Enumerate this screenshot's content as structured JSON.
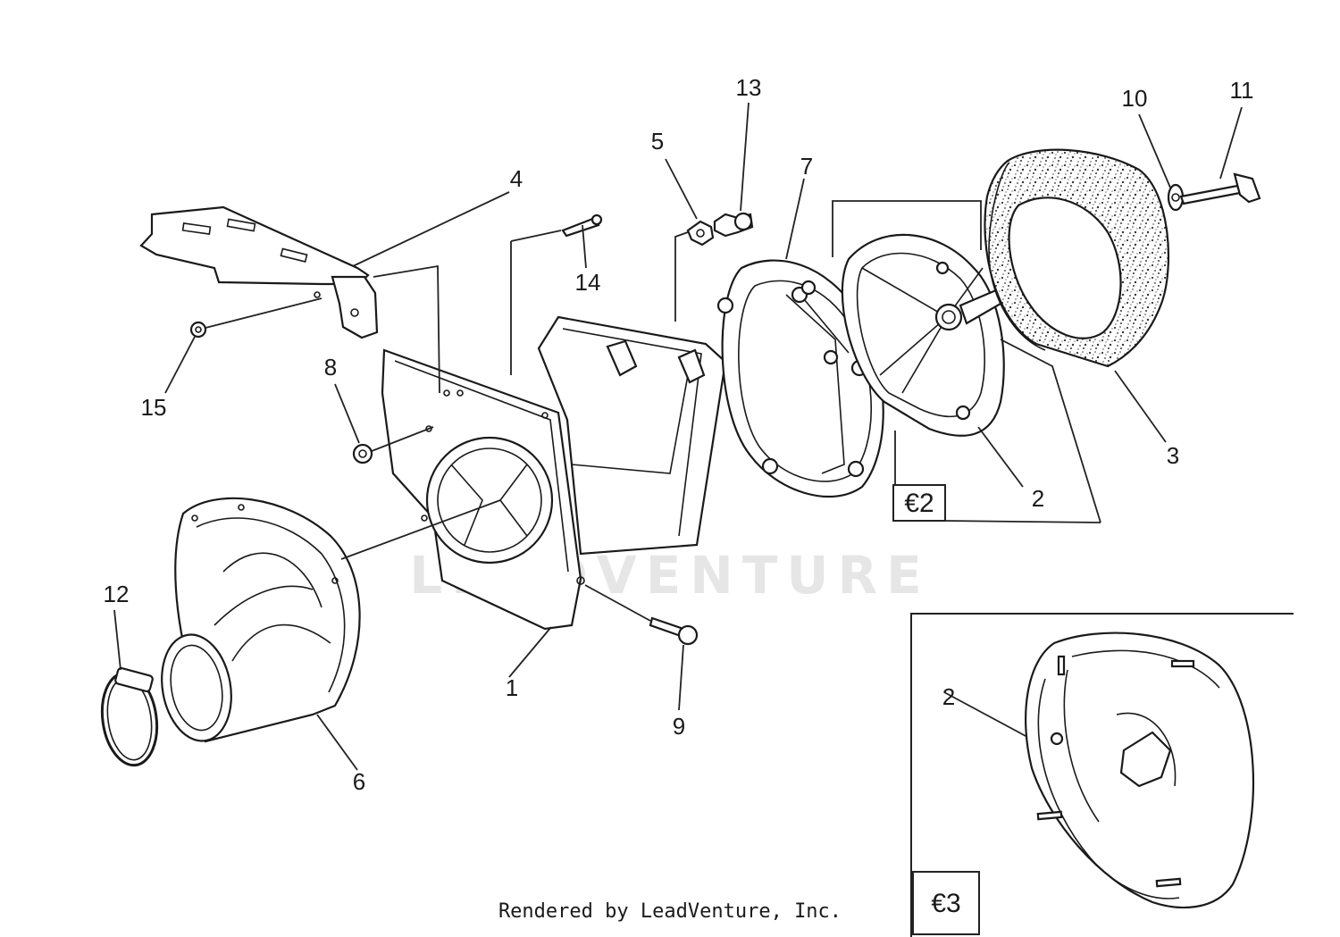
{
  "diagram": {
    "callouts": [
      {
        "id": "c1",
        "label": "1"
      },
      {
        "id": "c2a",
        "label": "2"
      },
      {
        "id": "c2b",
        "label": "2"
      },
      {
        "id": "c3",
        "label": "3"
      },
      {
        "id": "c4",
        "label": "4"
      },
      {
        "id": "c5",
        "label": "5"
      },
      {
        "id": "c6",
        "label": "6"
      },
      {
        "id": "c7",
        "label": "7"
      },
      {
        "id": "c8",
        "label": "8"
      },
      {
        "id": "c9",
        "label": "9"
      },
      {
        "id": "c10",
        "label": "10"
      },
      {
        "id": "c11",
        "label": "11"
      },
      {
        "id": "c12",
        "label": "12"
      },
      {
        "id": "c13",
        "label": "13"
      },
      {
        "id": "c14",
        "label": "14"
      },
      {
        "id": "c15",
        "label": "15"
      }
    ],
    "variant_boxes": [
      {
        "id": "v2",
        "label": "€2"
      },
      {
        "id": "v3",
        "label": "€3"
      }
    ],
    "watermark": "LEADVENTURE"
  },
  "footer": {
    "credit": "Rendered by LeadVenture, Inc."
  }
}
